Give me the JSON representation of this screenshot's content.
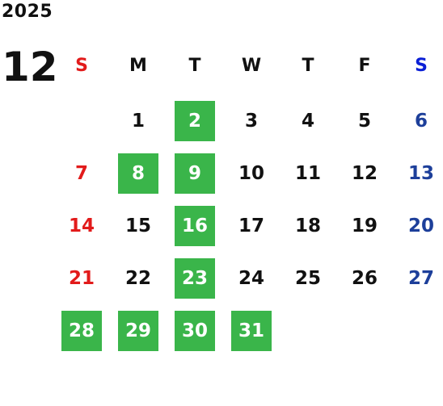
{
  "year": "2025",
  "month": "12",
  "colors": {
    "highlight": "#3ab54a",
    "sunday": "#e21b1b",
    "saturday": "#1d3f9a",
    "saturday_header": "#0a1fd6",
    "weekday": "#111111"
  },
  "weekdays": [
    "S",
    "M",
    "T",
    "W",
    "T",
    "F",
    "S"
  ],
  "weeks": [
    [
      null,
      {
        "d": "1"
      },
      {
        "d": "2",
        "hl": true
      },
      {
        "d": "3"
      },
      {
        "d": "4"
      },
      {
        "d": "5"
      },
      {
        "d": "6"
      }
    ],
    [
      {
        "d": "7"
      },
      {
        "d": "8",
        "hl": true
      },
      {
        "d": "9",
        "hl": true
      },
      {
        "d": "10"
      },
      {
        "d": "11"
      },
      {
        "d": "12"
      },
      {
        "d": "13"
      }
    ],
    [
      {
        "d": "14"
      },
      {
        "d": "15"
      },
      {
        "d": "16",
        "hl": true
      },
      {
        "d": "17"
      },
      {
        "d": "18"
      },
      {
        "d": "19"
      },
      {
        "d": "20"
      }
    ],
    [
      {
        "d": "21"
      },
      {
        "d": "22"
      },
      {
        "d": "23",
        "hl": true
      },
      {
        "d": "24"
      },
      {
        "d": "25"
      },
      {
        "d": "26"
      },
      {
        "d": "27"
      }
    ],
    [
      {
        "d": "28",
        "hl": true
      },
      {
        "d": "29",
        "hl": true
      },
      {
        "d": "30",
        "hl": true
      },
      {
        "d": "31",
        "hl": true
      },
      null,
      null,
      null
    ]
  ]
}
